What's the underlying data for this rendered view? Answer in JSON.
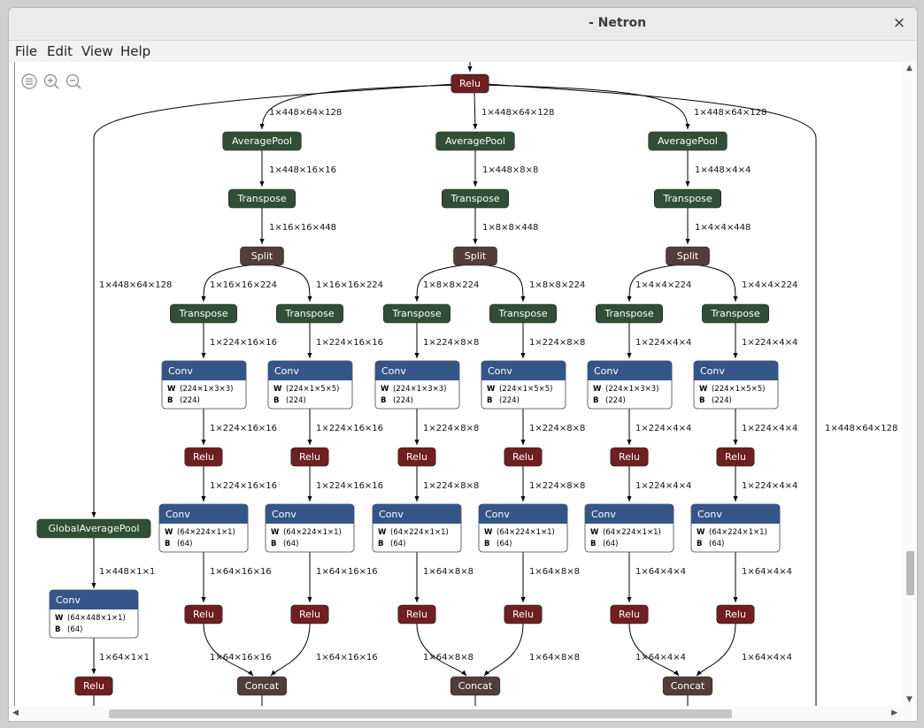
{
  "window": {
    "title": "- Netron",
    "close_label": "×"
  },
  "menu": {
    "items": [
      "File",
      "Edit",
      "View",
      "Help"
    ]
  },
  "toolbar": {
    "icons": [
      "sidebar-icon",
      "zoom-in-icon",
      "zoom-out-icon"
    ]
  },
  "colors": {
    "activation": "#6f1f1f",
    "pooling": "#2f4f37",
    "layer": "#345588",
    "tensor": "#513d39"
  },
  "graph": {
    "top_node": "Relu",
    "root_edges": [
      "1×448×64×128",
      "1×448×64×128",
      "1×448×64×128"
    ],
    "branches": [
      {
        "pool": "AveragePool",
        "pool_out": "1×448×16×16",
        "transpose": "Transpose",
        "transpose_out": "1×16×16×448",
        "split": "Split",
        "split_outs": [
          "1×16×16×224",
          "1×16×16×224"
        ],
        "paths": [
          {
            "transpose": "Transpose",
            "t_out": "1×224×16×16",
            "conv1": {
              "name": "Conv",
              "w": "(224×1×3×3)",
              "b": "(224)"
            },
            "c1_out": "1×224×16×16",
            "relu1": "Relu",
            "r1_out": "1×224×16×16",
            "conv2": {
              "name": "Conv",
              "w": "(64×224×1×1)",
              "b": "(64)"
            },
            "c2_out": "1×64×16×16",
            "relu2": "Relu",
            "r2_out": "1×64×16×16"
          },
          {
            "transpose": "Transpose",
            "t_out": "1×224×16×16",
            "conv1": {
              "name": "Conv",
              "w": "(224×1×5×5)",
              "b": "(224)"
            },
            "c1_out": "1×224×16×16",
            "relu1": "Relu",
            "r1_out": "1×224×16×16",
            "conv2": {
              "name": "Conv",
              "w": "(64×224×1×1)",
              "b": "(64)"
            },
            "c2_out": "1×64×16×16",
            "relu2": "Relu",
            "r2_out": "1×64×16×16"
          }
        ],
        "concat": "Concat"
      },
      {
        "pool": "AveragePool",
        "pool_out": "1×448×8×8",
        "transpose": "Transpose",
        "transpose_out": "1×8×8×448",
        "split": "Split",
        "split_outs": [
          "1×8×8×224",
          "1×8×8×224"
        ],
        "paths": [
          {
            "transpose": "Transpose",
            "t_out": "1×224×8×8",
            "conv1": {
              "name": "Conv",
              "w": "(224×1×3×3)",
              "b": "(224)"
            },
            "c1_out": "1×224×8×8",
            "relu1": "Relu",
            "r1_out": "1×224×8×8",
            "conv2": {
              "name": "Conv",
              "w": "(64×224×1×1)",
              "b": "(64)"
            },
            "c2_out": "1×64×8×8",
            "relu2": "Relu",
            "r2_out": "1×64×8×8"
          },
          {
            "transpose": "Transpose",
            "t_out": "1×224×8×8",
            "conv1": {
              "name": "Conv",
              "w": "(224×1×5×5)",
              "b": "(224)"
            },
            "c1_out": "1×224×8×8",
            "relu1": "Relu",
            "r1_out": "1×224×8×8",
            "conv2": {
              "name": "Conv",
              "w": "(64×224×1×1)",
              "b": "(64)"
            },
            "c2_out": "1×64×8×8",
            "relu2": "Relu",
            "r2_out": "1×64×8×8"
          }
        ],
        "concat": "Concat"
      },
      {
        "pool": "AveragePool",
        "pool_out": "1×448×4×4",
        "transpose": "Transpose",
        "transpose_out": "1×4×4×448",
        "split": "Split",
        "split_outs": [
          "1×4×4×224",
          "1×4×4×224"
        ],
        "paths": [
          {
            "transpose": "Transpose",
            "t_out": "1×224×4×4",
            "conv1": {
              "name": "Conv",
              "w": "(224×1×3×3)",
              "b": "(224)"
            },
            "c1_out": "1×224×4×4",
            "relu1": "Relu",
            "r1_out": "1×224×4×4",
            "conv2": {
              "name": "Conv",
              "w": "(64×224×1×1)",
              "b": "(64)"
            },
            "c2_out": "1×64×4×4",
            "relu2": "Relu",
            "r2_out": "1×64×4×4"
          },
          {
            "transpose": "Transpose",
            "t_out": "1×224×4×4",
            "conv1": {
              "name": "Conv",
              "w": "(224×1×5×5)",
              "b": "(224)"
            },
            "c1_out": "1×224×4×4",
            "relu1": "Relu",
            "r1_out": "1×224×4×4",
            "conv2": {
              "name": "Conv",
              "w": "(64×224×1×1)",
              "b": "(64)"
            },
            "c2_out": "1×64×4×4",
            "relu2": "Relu",
            "r2_out": "1×64×4×4"
          }
        ],
        "concat": "Concat"
      }
    ],
    "global_branch": {
      "in_edge": "1×448×64×128",
      "pool": "GlobalAveragePool",
      "pool_out": "1×448×1×1",
      "conv": {
        "name": "Conv",
        "w": "(64×448×1×1)",
        "b": "(64)"
      },
      "conv_out": "1×64×1×1",
      "relu": "Relu"
    },
    "right_edge": "1×448×64×128",
    "w_key": "W",
    "b_key": "B"
  }
}
